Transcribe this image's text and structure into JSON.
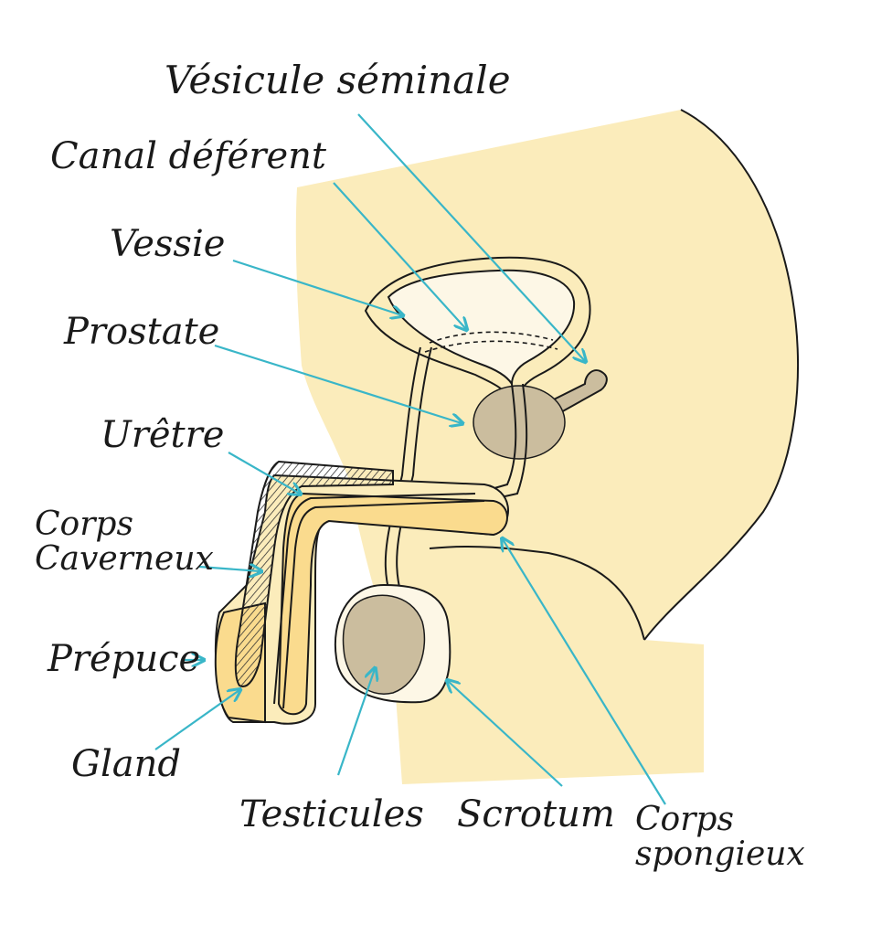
{
  "labels": {
    "vesicule_seminale": "Vésicule séminale",
    "canal_deferent": "Canal déférent",
    "vessie": "Vessie",
    "prostate": "Prostate",
    "uretre": "Urêtre",
    "corps_caverneux": "Corps Caverneux",
    "prepuce": "Prépuce",
    "gland": "Gland",
    "testicules": "Testicules",
    "scrotum": "Scrotum",
    "corps_spongieux": "Corps spongieux"
  },
  "colors": {
    "body_fill": "#fbecbb",
    "bladder_fill": "#fdf7e6",
    "organ_fill": "#cbbd9e",
    "penis_fill": "#fadb8e",
    "outline": "#1a1a1a",
    "arrow": "#39b6c8"
  }
}
